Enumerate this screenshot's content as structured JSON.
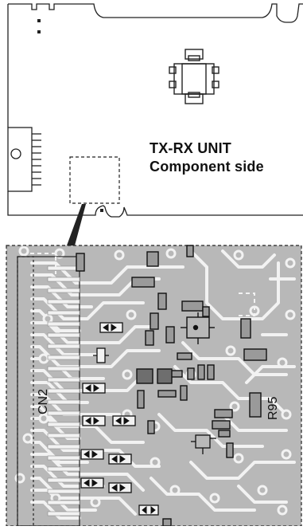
{
  "board": {
    "title_line1": "TX-RX UNIT",
    "title_line2": "Component side"
  },
  "labels": {
    "connector": "CN2",
    "resistor": "R95"
  },
  "colors": {
    "board_outline": "#222222",
    "detail_bg": "#b8b8b8",
    "trace": "#f2f2f2",
    "component_fill": "#9a9a9a",
    "component_dark": "#6e6e6e"
  }
}
